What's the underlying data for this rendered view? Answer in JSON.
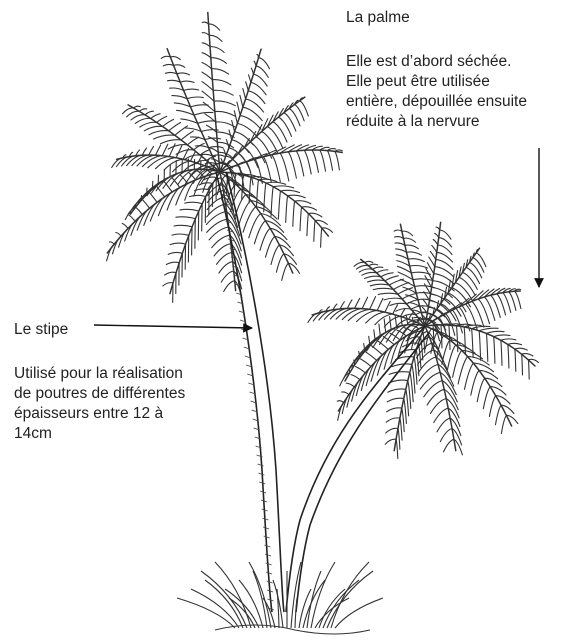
{
  "palme": {
    "title": "La palme",
    "description": "Elle est d’abord séchée.\nElle peut être utilisée\nentière, dépouillée ensuite\nréduite à la nervure"
  },
  "stipe": {
    "title": "Le stipe",
    "description": "Utilisé pour la réalisation\nde poutres de différentes\népaisseurs entre 12 à\n14cm"
  }
}
